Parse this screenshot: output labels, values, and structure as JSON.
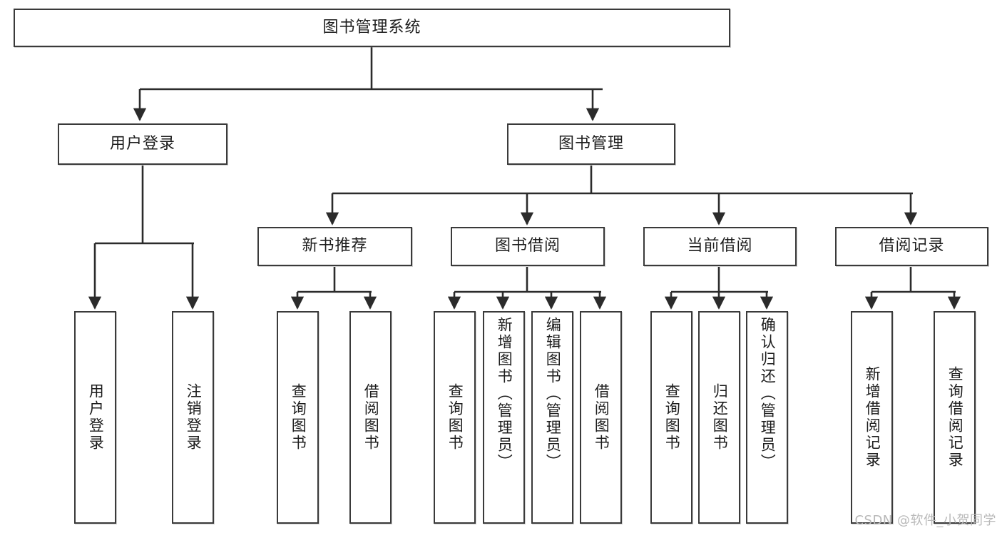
{
  "diagram": {
    "title": "图书管理系统",
    "watermark": "CSDN @软件_小贺同学",
    "line_color": "#3a3a3a",
    "box_fill": "#ffffff",
    "text_color": "#1d1d1d",
    "root": {
      "label": "图书管理系统"
    },
    "level2": [
      {
        "label": "用户登录"
      },
      {
        "label": "图书管理"
      }
    ],
    "level3": [
      {
        "label": "新书推荐"
      },
      {
        "label": "图书借阅"
      },
      {
        "label": "当前借阅"
      },
      {
        "label": "借阅记录"
      }
    ],
    "leaves": [
      {
        "label": "用户登录",
        "parent": "用户登录"
      },
      {
        "label": "注销登录",
        "parent": "用户登录"
      },
      {
        "label": "查询图书",
        "parent": "新书推荐"
      },
      {
        "label": "借阅图书",
        "parent": "新书推荐"
      },
      {
        "label": "查询图书",
        "parent": "图书借阅"
      },
      {
        "label": "新增图书（管理员）",
        "parent": "图书借阅"
      },
      {
        "label": "编辑图书（管理员）",
        "parent": "图书借阅"
      },
      {
        "label": "借阅图书",
        "parent": "图书借阅"
      },
      {
        "label": "查询图书",
        "parent": "当前借阅"
      },
      {
        "label": "归还图书",
        "parent": "当前借阅"
      },
      {
        "label": "确认归还（管理员）",
        "parent": "当前借阅"
      },
      {
        "label": "新增借阅记录",
        "parent": "借阅记录"
      },
      {
        "label": "查询借阅记录",
        "parent": "借阅记录"
      }
    ]
  }
}
